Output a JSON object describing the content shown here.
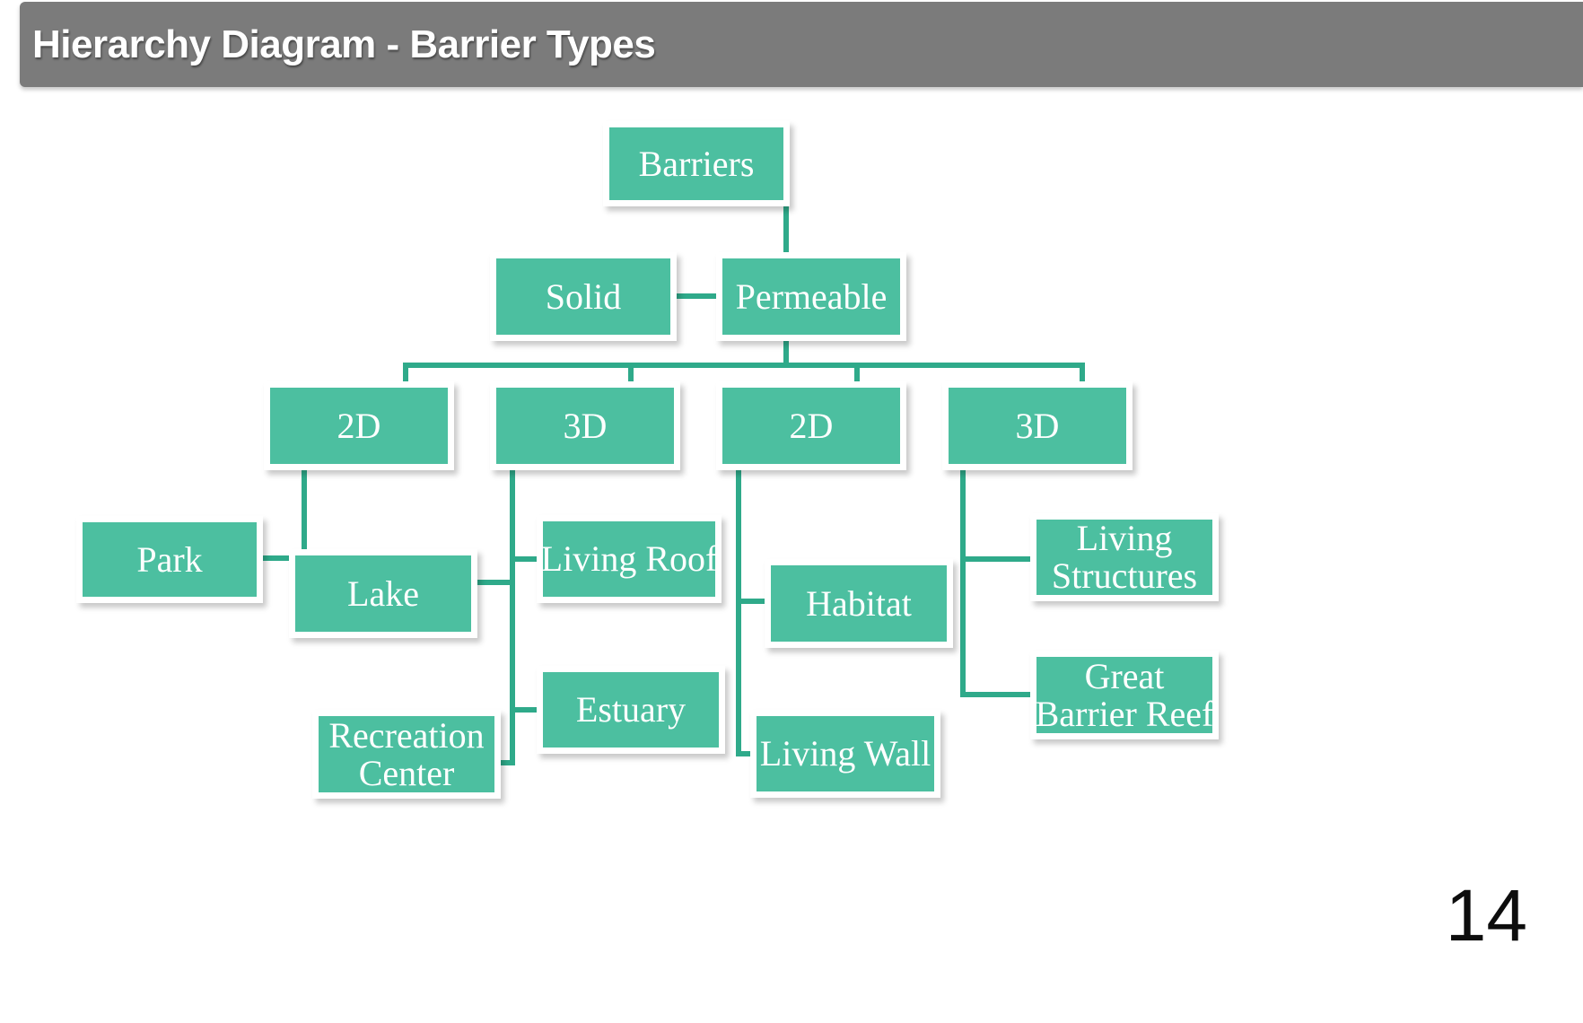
{
  "slide": {
    "title": "Hierarchy Diagram - Barrier Types",
    "page_number": "14",
    "title_bar_color": "#7b7b7b",
    "node_fill_color": "#4cbfa0",
    "connector_color": "#2faa8a",
    "node_text_color": "#ffffff",
    "background_color": "#ffffff"
  },
  "diagram": {
    "type": "hierarchy",
    "root": "Barriers",
    "nodes": {
      "barriers": "Barriers",
      "solid": "Solid",
      "permeable": "Permeable",
      "solid_2d": "2D",
      "solid_3d": "3D",
      "permeable_2d": "2D",
      "permeable_3d": "3D",
      "park": "Park",
      "lake": "Lake",
      "recreation_center_line1": "Recreation",
      "recreation_center_line2": "Center",
      "living_roof": "Living Roof",
      "estuary": "Estuary",
      "habitat": "Habitat",
      "living_wall": "Living Wall",
      "living_structures_line1": "Living",
      "living_structures_line2": "Structures",
      "great_barrier_reef_line1": "Great",
      "great_barrier_reef_line2": "Barrier Reef"
    },
    "edges": [
      {
        "from": "Barriers",
        "to": "Solid"
      },
      {
        "from": "Barriers",
        "to": "Permeable"
      },
      {
        "from": "Solid",
        "to": "2D"
      },
      {
        "from": "Solid",
        "to": "3D"
      },
      {
        "from": "Permeable",
        "to": "2D"
      },
      {
        "from": "Permeable",
        "to": "3D"
      },
      {
        "from": "2D (Solid)",
        "to": "Park"
      },
      {
        "from": "2D (Solid)",
        "to": "Lake"
      },
      {
        "from": "3D (Solid)",
        "to": "Living Roof"
      },
      {
        "from": "3D (Solid)",
        "to": "Estuary"
      },
      {
        "from": "3D (Solid)",
        "to": "Recreation Center"
      },
      {
        "from": "2D (Permeable)",
        "to": "Habitat"
      },
      {
        "from": "2D (Permeable)",
        "to": "Living Wall"
      },
      {
        "from": "3D (Permeable)",
        "to": "Living Structures"
      },
      {
        "from": "3D (Permeable)",
        "to": "Great Barrier Reef"
      }
    ]
  }
}
